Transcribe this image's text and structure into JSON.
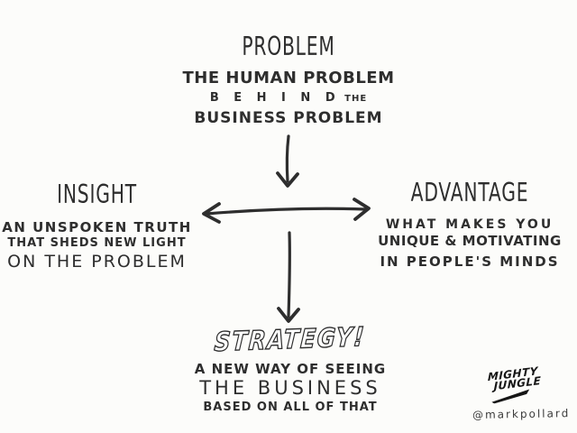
{
  "canvas": {
    "background_color": "#fcfcfa",
    "ink_color": "#2e2e2e"
  },
  "nodes": {
    "problem": {
      "title": "PROBLEM",
      "line1": "THE HUMAN PROBLEM",
      "line2_spaced": "B E H I N D",
      "line2_small": "THE",
      "line3": "BUSINESS PROBLEM"
    },
    "insight": {
      "title": "INSIGHT",
      "line1": "AN UNSPOKEN TRUTH",
      "line2": "THAT SHEDS NEW LIGHT",
      "line3": "ON THE PROBLEM"
    },
    "advantage": {
      "title": "ADVANTAGE",
      "line1": "WHAT MAKES YOU",
      "line2": "UNIQUE & MOTIVATING",
      "line3": "IN PEOPLE'S MINDS"
    },
    "strategy": {
      "title": "STRATEGY!",
      "line1": "A NEW WAY OF SEEING",
      "line2": "THE BUSINESS",
      "line3": "BASED ON ALL OF THAT"
    }
  },
  "arrows": {
    "problem_to_center": "down-arrow",
    "insight_advantage": "double-headed-horizontal-arrow",
    "center_to_strategy": "down-arrow"
  },
  "branding": {
    "logo_line1": "MIGHTY",
    "logo_line2": "JUNGLE",
    "handle": "@markpollard"
  }
}
